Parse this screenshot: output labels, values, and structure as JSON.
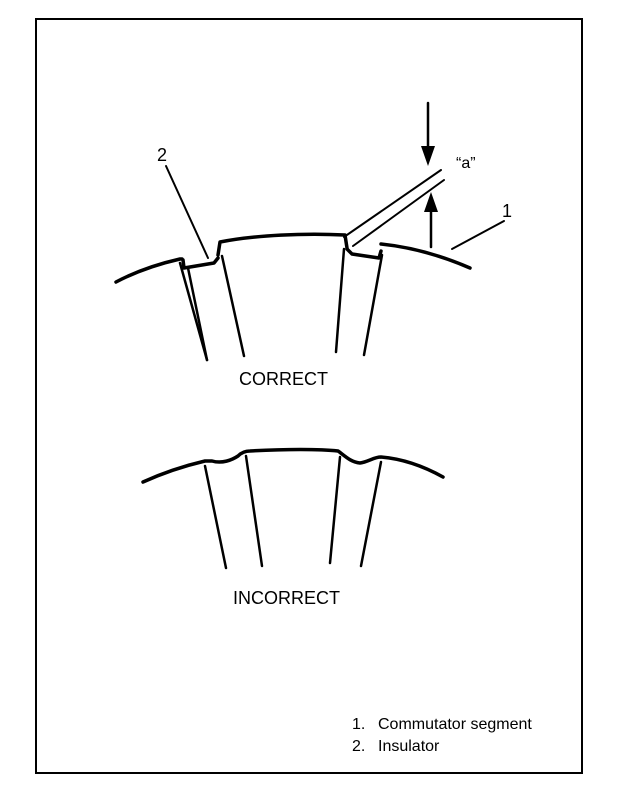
{
  "labels": {
    "correct": "CORRECT",
    "incorrect": "INCORRECT",
    "callout_1": "1",
    "callout_2": "2",
    "dimension_a": "“a”"
  },
  "legend": [
    {
      "num": "1.",
      "text": "Commutator segment"
    },
    {
      "num": "2.",
      "text": "Insulator"
    }
  ],
  "colors": {
    "line": "#000000",
    "background": "#ffffff"
  }
}
